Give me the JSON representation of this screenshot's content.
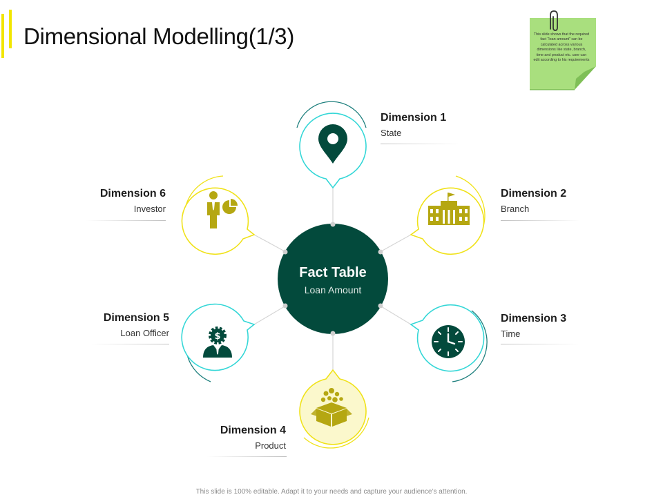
{
  "slide": {
    "title": "Dimensional Modelling(1/3)",
    "footer": "This slide is 100% editable. Adapt it to your needs and capture your audience’s attention.",
    "note": "This slide shows that the required fact “loan amount” can be calculated across various dimensions like state, branch, time and product etc. user can edit according to his requirements"
  },
  "center": {
    "title": "Fact Table",
    "subtitle": "Loan Amount"
  },
  "dimensions": [
    {
      "title": "Dimension 1",
      "subtitle": "State",
      "icon": "map-pin-icon"
    },
    {
      "title": "Dimension 2",
      "subtitle": "Branch",
      "icon": "bank-building-icon"
    },
    {
      "title": "Dimension 3",
      "subtitle": "Time",
      "icon": "clock-icon"
    },
    {
      "title": "Dimension 4",
      "subtitle": "Product",
      "icon": "product-box-icon"
    },
    {
      "title": "Dimension 5",
      "subtitle": "Loan Officer",
      "icon": "money-gear-person-icon"
    },
    {
      "title": "Dimension 6",
      "subtitle": "Investor",
      "icon": "investor-chart-icon"
    }
  ],
  "colors": {
    "center": "#034a3c",
    "teal": "#35d7d7",
    "teal_dark": "#1d7f7d",
    "yellow": "#f0e21a",
    "yellow_fill": "#fbf8cc",
    "olive_icon": "#b5a712",
    "dark_icon": "#034a3c",
    "accent_bar": "#f2e600",
    "note_green": "#a9df7e"
  }
}
